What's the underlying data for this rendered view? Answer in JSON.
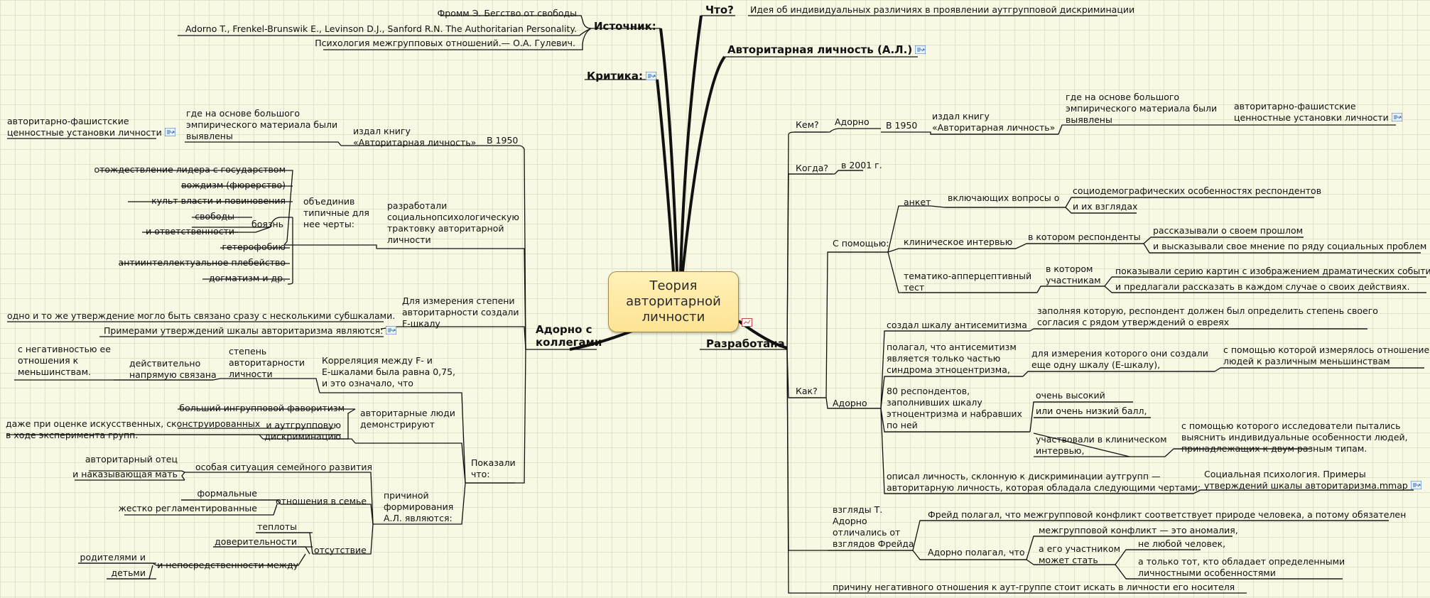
{
  "central": "Теория\nавторитарной\nличности",
  "top": {
    "chto_label": "Что?",
    "chto_text": "Идея об индивидуальных различиях в проявлении аутгрупповой дискриминации",
    "istochnik_label": "Источник:",
    "sources": [
      "Фромм Э. Бегство от свободы",
      "Adorno T., Frenkel-Brunswik E., Levinson D.J., Sanford R.N. The Authoritarian Personality.",
      "Психология межгрупповых отношений.— О.А. Гулевич."
    ],
    "avtor_label": "Авторитарная личность (А.Л.)",
    "kritika_label": "Критика:"
  },
  "left": {
    "branch": "Адорно с\nколлегами",
    "v1950": "В 1950",
    "izdal": "издал книгу\n«Авторитарная личность»",
    "gde": "где на основе большого\nэмпирического материала были\nвыявлены",
    "ustanovki": "авторитарно-фашистские\nценностные установки личности",
    "razrabotali": "разработали\nсоциальнопсихологическую\nтрактовку авторитарной\nличности",
    "obedinив": "объединив\nтипичные для\nнее черты:",
    "traits": [
      "отождествление лидера с государством",
      "вождизм (фюрерство)",
      "культ власти и повиновения",
      "боязнь",
      "свободы",
      "и ответственности",
      "гетерофобию",
      "антиинтеллектуальное плебейство",
      "догматизм и др."
    ],
    "dlya_izm": "Для измерения степени\nавторитарности создали\nF-шкалу",
    "subscales": "одно и то же утверждение могло быть связано сразу с несколькими субшкалами.",
    "primery": "Примерами утверждений шкалы авторитаризма являются:",
    "pokazali": "Показали\nчто:",
    "korrelyaciya": "Корреляция между F- и\nE-шкалами была равна 0,75,\nи это означало, что",
    "stepen": "степень\nавторитарности\nличности",
    "deystvitelno": "действительно\nнапрямую связана",
    "negativ": "с негативностью ее\nотношения к\nменьшинствам.",
    "avt_lyudi": "авторитарные люди\nдемонстрируют",
    "favoritizm": "больший ингрупповой фаворитизм",
    "i_autgr": "и аутгрупповую\nдискриминацию",
    "dazhe": "даже при оценке искусственных, сконструированных\nв ходе эксперимента групп.",
    "prichinoy": "причиной\nформирования\nА.Л. являются:",
    "osobaya": "особая ситуация семейного развития",
    "otec": "авторитарный отец",
    "mat": "и наказывающая мать",
    "otnosheniya": "отношения в семье",
    "formalnye": "формальные",
    "zhestko": "жестко регламентированные",
    "otsutstvie": "отсутствие",
    "teploty": "теплоты",
    "doveritelnosti": "доверительности",
    "neposr": "и непосредственности между",
    "roditelyami": "родителями и",
    "detmi": "детьми"
  },
  "right": {
    "branch": "Разработана",
    "kem": "Кем?",
    "adorno": "Адорно",
    "v1950": "В 1950",
    "izdal": "издал книгу\n«Авторитарная личность»",
    "gde": "где на основе большого\nэмпирического материала были\nвыявлены",
    "ustanovki": "авторитарно-фашистские\nценностные установки личности",
    "kogda": "Когда?",
    "v2001": "в 2001 г.",
    "s_pomoshyu": "С помощью:",
    "anket": "анкет",
    "vklyuch": "включающих вопросы о",
    "socio": "социодемографических особенностях респондентов",
    "vzglyady": "и их взглядах",
    "klinich": "клиническое интервью",
    "v_kotorom_resp": "в котором респонденты",
    "rasskazyvali": "рассказывали о своем прошлом",
    "vyskazyvali": "и высказывали свое мнение по ряду социальных проблем",
    "tat": "тематико-апперцептивный\nтест",
    "v_kotorom_uch": "в котором\nучастникам",
    "pokazyvali": "показывали серию картин с изображением драматических событий",
    "predlagali": "и предлагали рассказать в каждом случае о своих действиях.",
    "kak": "Как?",
    "adorno2": "Адорно",
    "shkala_anti": "создал шкалу антисемитизма",
    "zapolnyaya": "заполняя которую, респондент должен был определить степень своего\nсогласия с рядом утверждений о евреях",
    "polagal": "полагал, что антисемитизм\nявляется только частью\nсиндрома этноцентризма,",
    "dlya_izm": "для измерения которого они создали\nеще одну шкалу (E-шкалу),",
    "s_pomoshyu_kot": "с помощью которой измерялось отношение\nлюдей к различным меньшинствам",
    "r80": "80 респондентов,\nзаполнивших шкалу\nэтноцентризма и набравших\nпо ней",
    "vysokiy": "очень высокий",
    "nizkiy": "или очень низкий балл,",
    "uchastvovali": "участвовали в клиническом\nинтервью,",
    "s_pomoshyu_issl": "с помощью которого исследователи пытались\nвыяснить индивидуальные особенности людей,\nпринадлежащих к двум разным типам.",
    "opisal": "описал личность, склонную к дискриминации аутгрупп —\nавторитарную личность, которая обладала следующими чертами:",
    "socpsy": "Социальная психология. Примеры\nутверждений шкалы авторитаризма.mmap",
    "vzglyady_t": "взгляды Т.\nАдорно\nотличались от\nвзглядов Фрейда",
    "freyd": "Фрейд полагал, что межгрупповой конфликт соответствует природе человека, а потому обязателен",
    "adorno_pol": "Адорно полагал, что",
    "anomaliya": "межгрупповой конфликт — это аномалия,",
    "uchastnik": "а его участником\nможет стать",
    "ne_lyuboy": "не любой человек,",
    "tolko": "а только тот, кто обладает определенными\nличностными особенностями",
    "prichinu": "причину негативного отношения к аут-группе стоит искать в личности его носителя"
  },
  "colors": {
    "line": "#111111",
    "central_fill": "#fde394",
    "link_icon": "#2f6db5"
  }
}
